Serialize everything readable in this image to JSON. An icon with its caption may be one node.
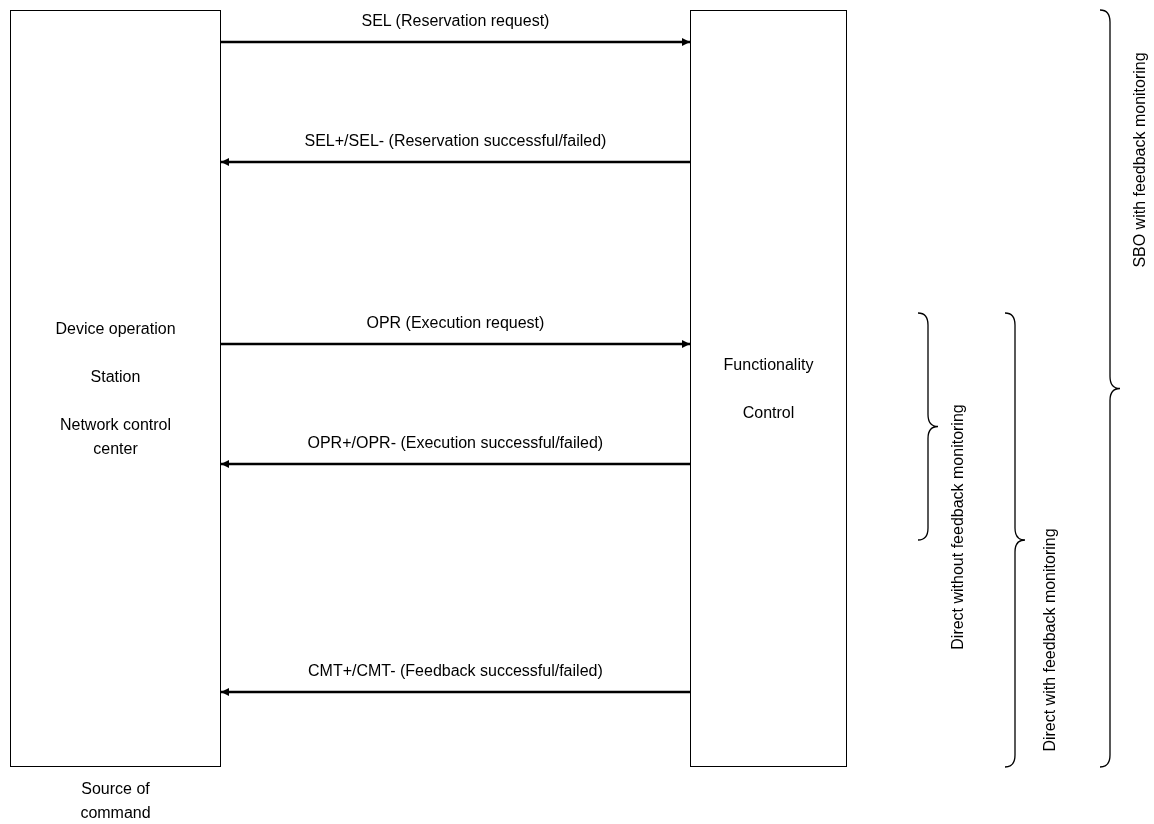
{
  "diagram": {
    "nodes": [
      {
        "text": [
          "Device operation",
          "Station",
          "Network control center"
        ],
        "beside": [
          "Source of command"
        ]
      },
      {
        "text": [
          "Functionality",
          "Control"
        ]
      }
    ],
    "edges": [
      {
        "from": 0,
        "to": 1,
        "arrow": "to",
        "label": "SEL (Reservation request)"
      },
      {
        "from": 1,
        "to": 0,
        "arrow": "to",
        "label": "SEL+/SEL- (Reservation successful/failed)"
      },
      {
        "from": 0,
        "to": 1,
        "arrow": "to",
        "label": "OPR (Execution request)"
      },
      {
        "from": 1,
        "to": 0,
        "arrow": "to",
        "label": "OPR+/OPR- (Execution successful/failed)"
      },
      {
        "from": 1,
        "to": 0,
        "arrow": "to",
        "label": "CMT+/CMT- (Feedback successful/failed)"
      }
    ],
    "labels": [
      "Direct without feedback monitoring",
      "Direct with feedback monitoring",
      "SBO with feedback monitoring"
    ]
  }
}
